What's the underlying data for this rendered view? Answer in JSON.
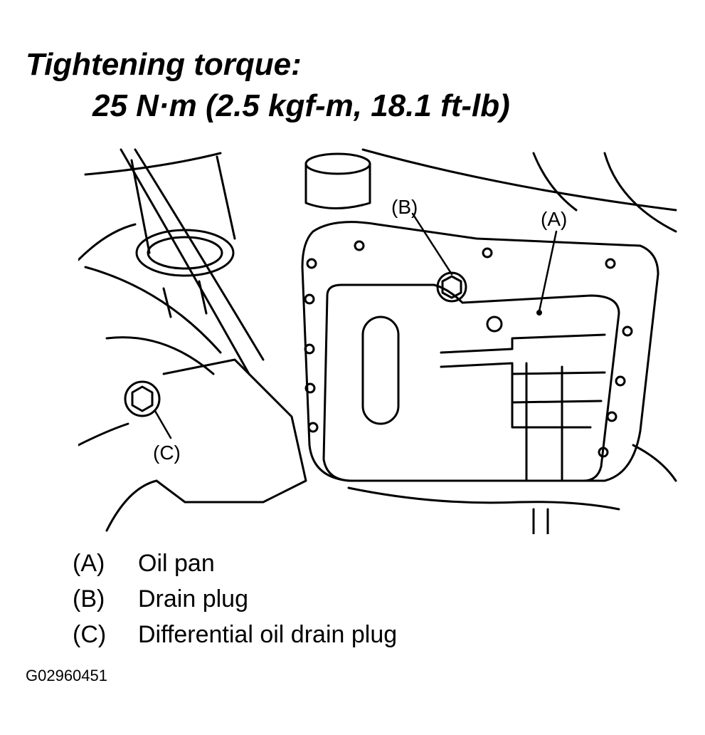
{
  "header": {
    "line1": "Tightening torque:",
    "line2": "25 N·m (2.5 kgf-m, 18.1 ft-lb)"
  },
  "callouts": {
    "a": "(A)",
    "b": "(B)",
    "c": "(C)"
  },
  "legend": [
    {
      "key": "(A)",
      "text": "Oil pan"
    },
    {
      "key": "(B)",
      "text": "Drain plug"
    },
    {
      "key": "(C)",
      "text": "Differential oil drain plug"
    }
  ],
  "figure_code": "G02960451"
}
